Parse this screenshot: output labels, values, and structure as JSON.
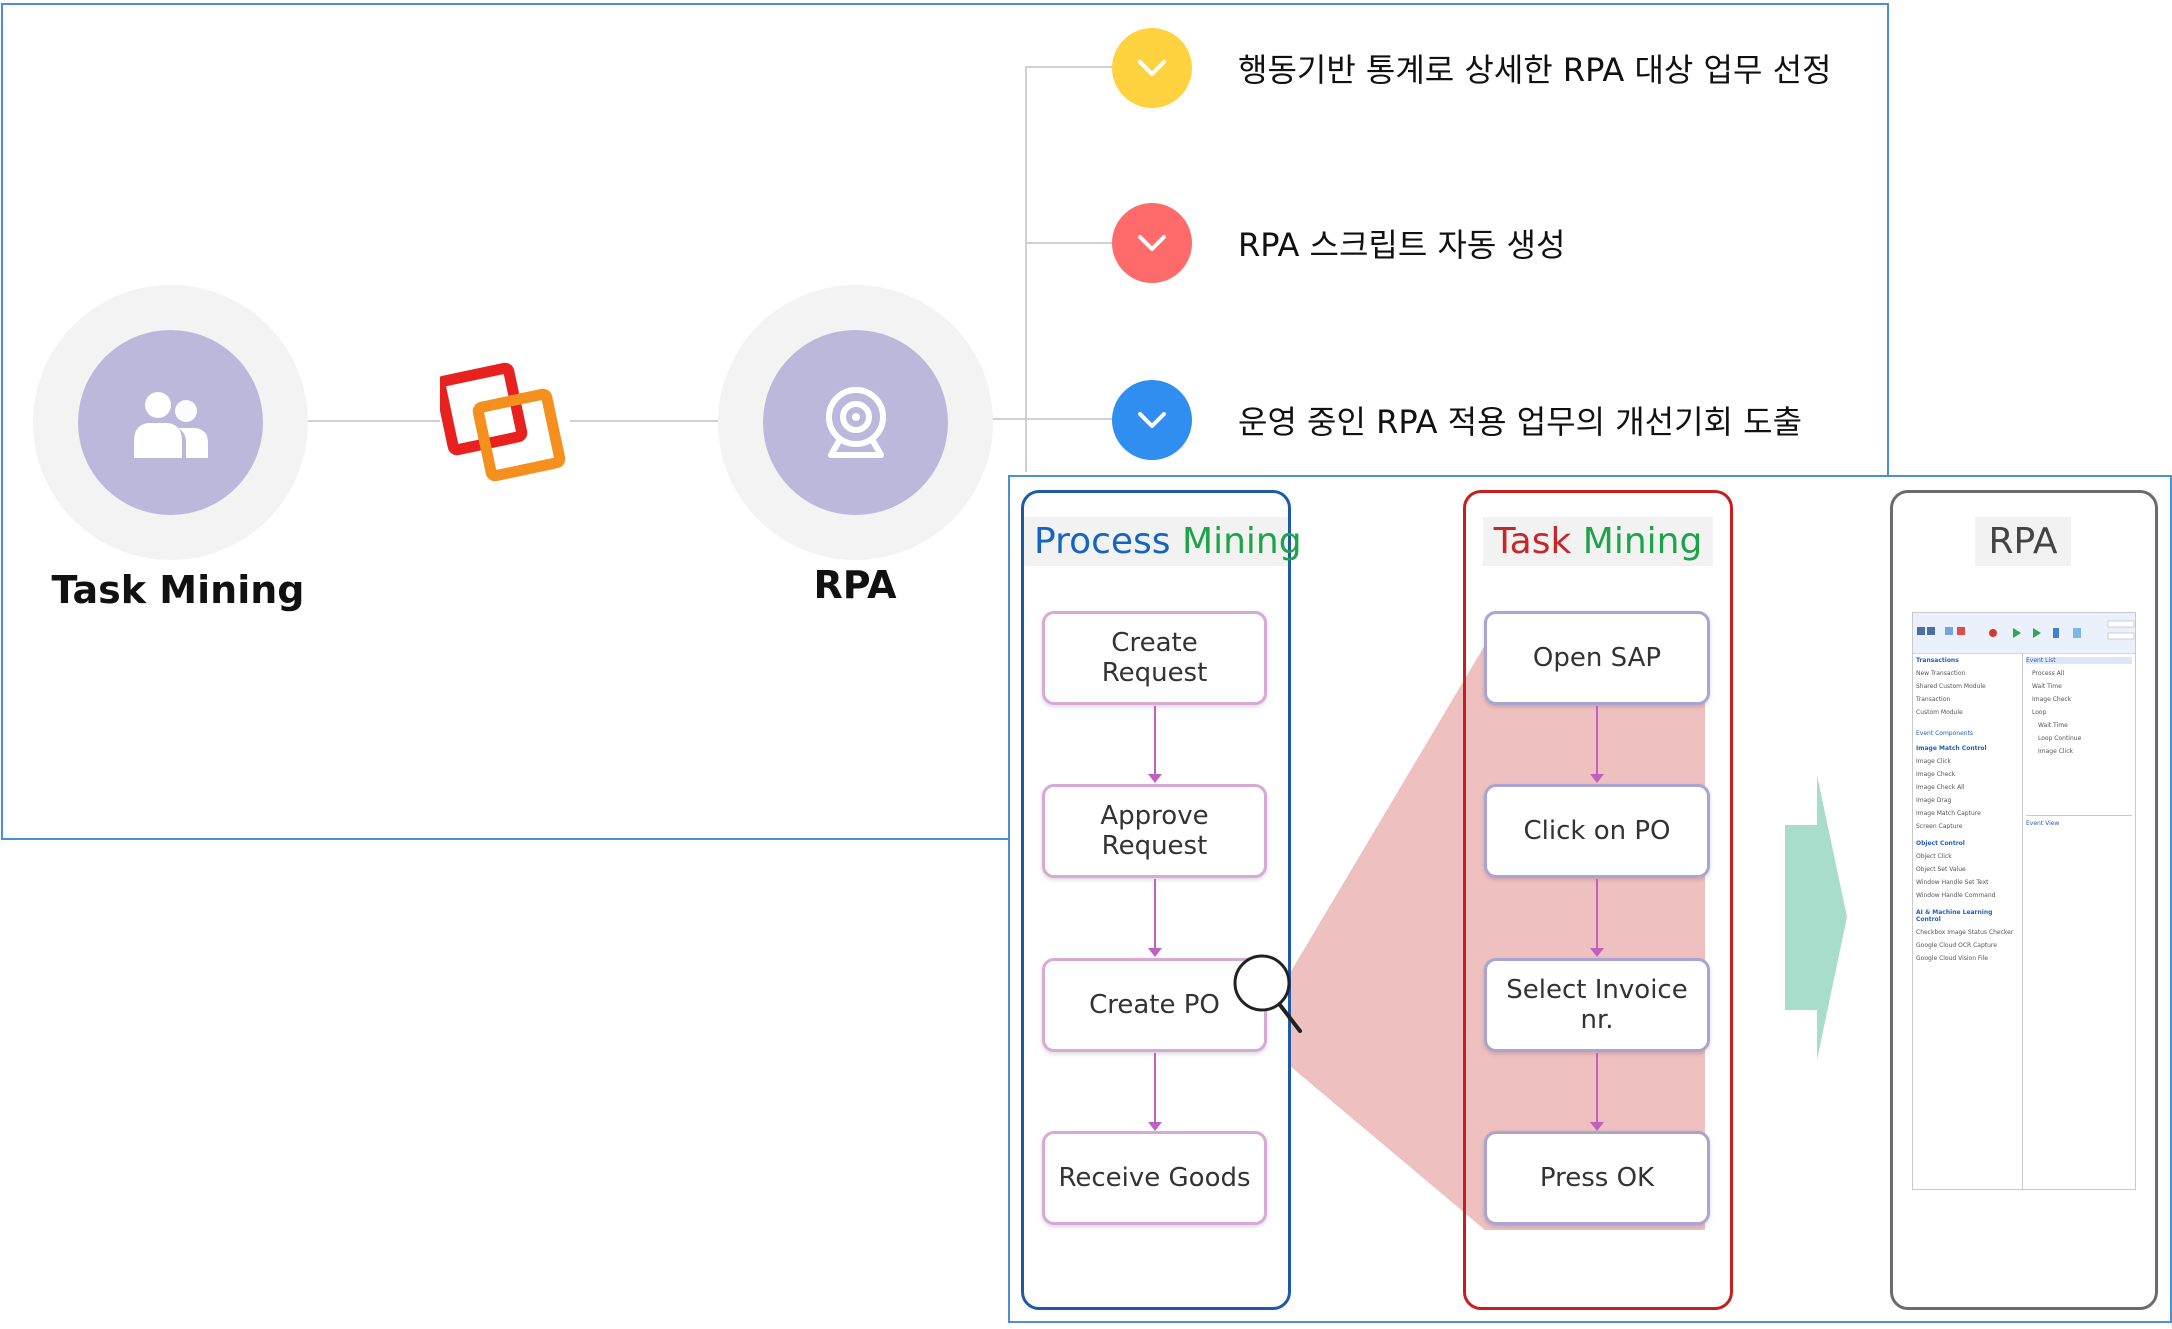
{
  "top": {
    "task_mining_label": "Task Mining",
    "rpa_label": "RPA",
    "features": [
      {
        "text": "행동기반 통계로 상세한 RPA 대상 업무 선정",
        "color": "#ffd23f"
      },
      {
        "text": "RPA 스크립트 자동 생성",
        "color": "#ff6b6b"
      },
      {
        "text": "운영 중인 RPA 적용 업무의 개선기회 도출",
        "color": "#2f8ef0"
      }
    ]
  },
  "columns": {
    "process": {
      "title_a": "Process",
      "title_b": "Mining",
      "color_a": "#1565c0",
      "color_b": "#1fa34a"
    },
    "task": {
      "title_a": "Task",
      "title_b": "Mining",
      "color_a": "#c62828",
      "color_b": "#1fa34a"
    },
    "rpa": {
      "title": "RPA"
    }
  },
  "process_steps": [
    {
      "line1": "Create",
      "line2": "Request"
    },
    {
      "line1": "Approve",
      "line2": "Request"
    },
    {
      "line1": "Create PO",
      "line2": ""
    },
    {
      "line1": "Receive Goods",
      "line2": ""
    }
  ],
  "task_steps": [
    {
      "line1": "Open SAP",
      "line2": ""
    },
    {
      "line1": "Click on PO",
      "line2": ""
    },
    {
      "line1": "Select Invoice",
      "line2": "nr."
    },
    {
      "line1": "Press OK",
      "line2": ""
    }
  ],
  "mini_ui": {
    "left_items": [
      "Transactions",
      "New Transaction",
      "Shared Custom Module",
      "Transaction",
      "Custom Module",
      "Event Components",
      "Image Match Control",
      "Image Click",
      "Image Check",
      "Image Check All",
      "Image Drag",
      "Image Match Capture",
      "Screen Capture",
      "Object Control",
      "Object Click",
      "Object Set Value",
      "Window Handle Set Text",
      "Window Handle Command",
      "AI & Machine Learning Control",
      "Checkbox Image Status Checker",
      "Google Cloud OCR Capture",
      "Google Cloud Vision File"
    ],
    "right_items": [
      "Event List",
      "Process All",
      "Wait Time",
      "Image Check",
      "Loop",
      "Wait Time",
      "Loop Continue",
      "Image Click",
      "Event View"
    ]
  }
}
